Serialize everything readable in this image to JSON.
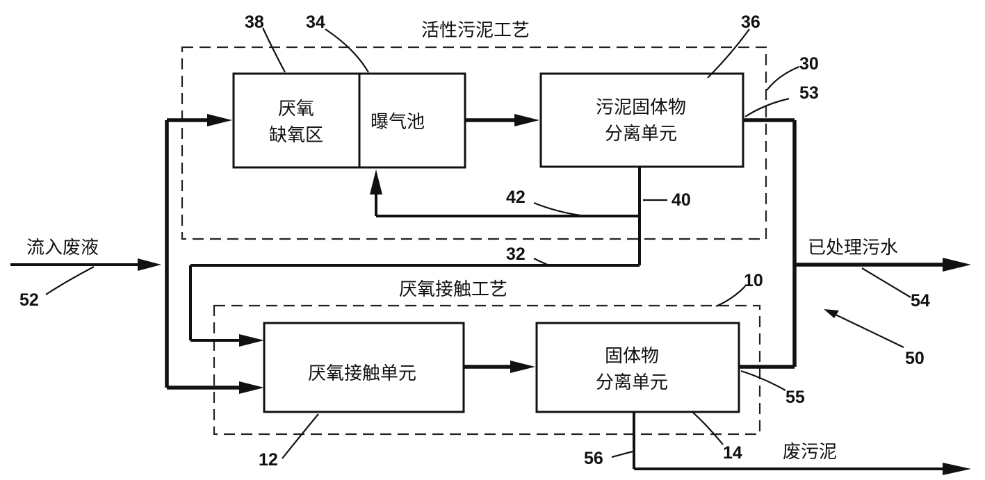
{
  "groups": {
    "activated_sludge": {
      "title": "活性污泥工艺",
      "ref": "30"
    },
    "anaerobic_contact": {
      "title": "厌氧接触工艺",
      "ref": "10"
    }
  },
  "units": {
    "anoxic_zone": {
      "line1": "厌氧",
      "line2": "缺氧区",
      "ref": "38"
    },
    "aeration_tank": {
      "label": "曝气池",
      "ref": "34"
    },
    "sludge_separation": {
      "line1": "污泥固体物",
      "line2": "分离单元",
      "ref": "36"
    },
    "anaerobic_contact_unit": {
      "label": "厌氧接触单元",
      "ref": "12"
    },
    "solids_separation": {
      "line1": "固体物",
      "line2": "分离单元",
      "ref": "14"
    }
  },
  "streams": {
    "influent": {
      "label": "流入废液",
      "ref": "52"
    },
    "treated_effluent": {
      "label": "已处理污水",
      "ref": "54"
    },
    "waste_sludge": {
      "label": "废污泥",
      "ref": "56"
    }
  },
  "refs": {
    "r40": "40",
    "r42": "42",
    "r32": "32",
    "r53": "53",
    "r55": "55",
    "r50": "50"
  }
}
